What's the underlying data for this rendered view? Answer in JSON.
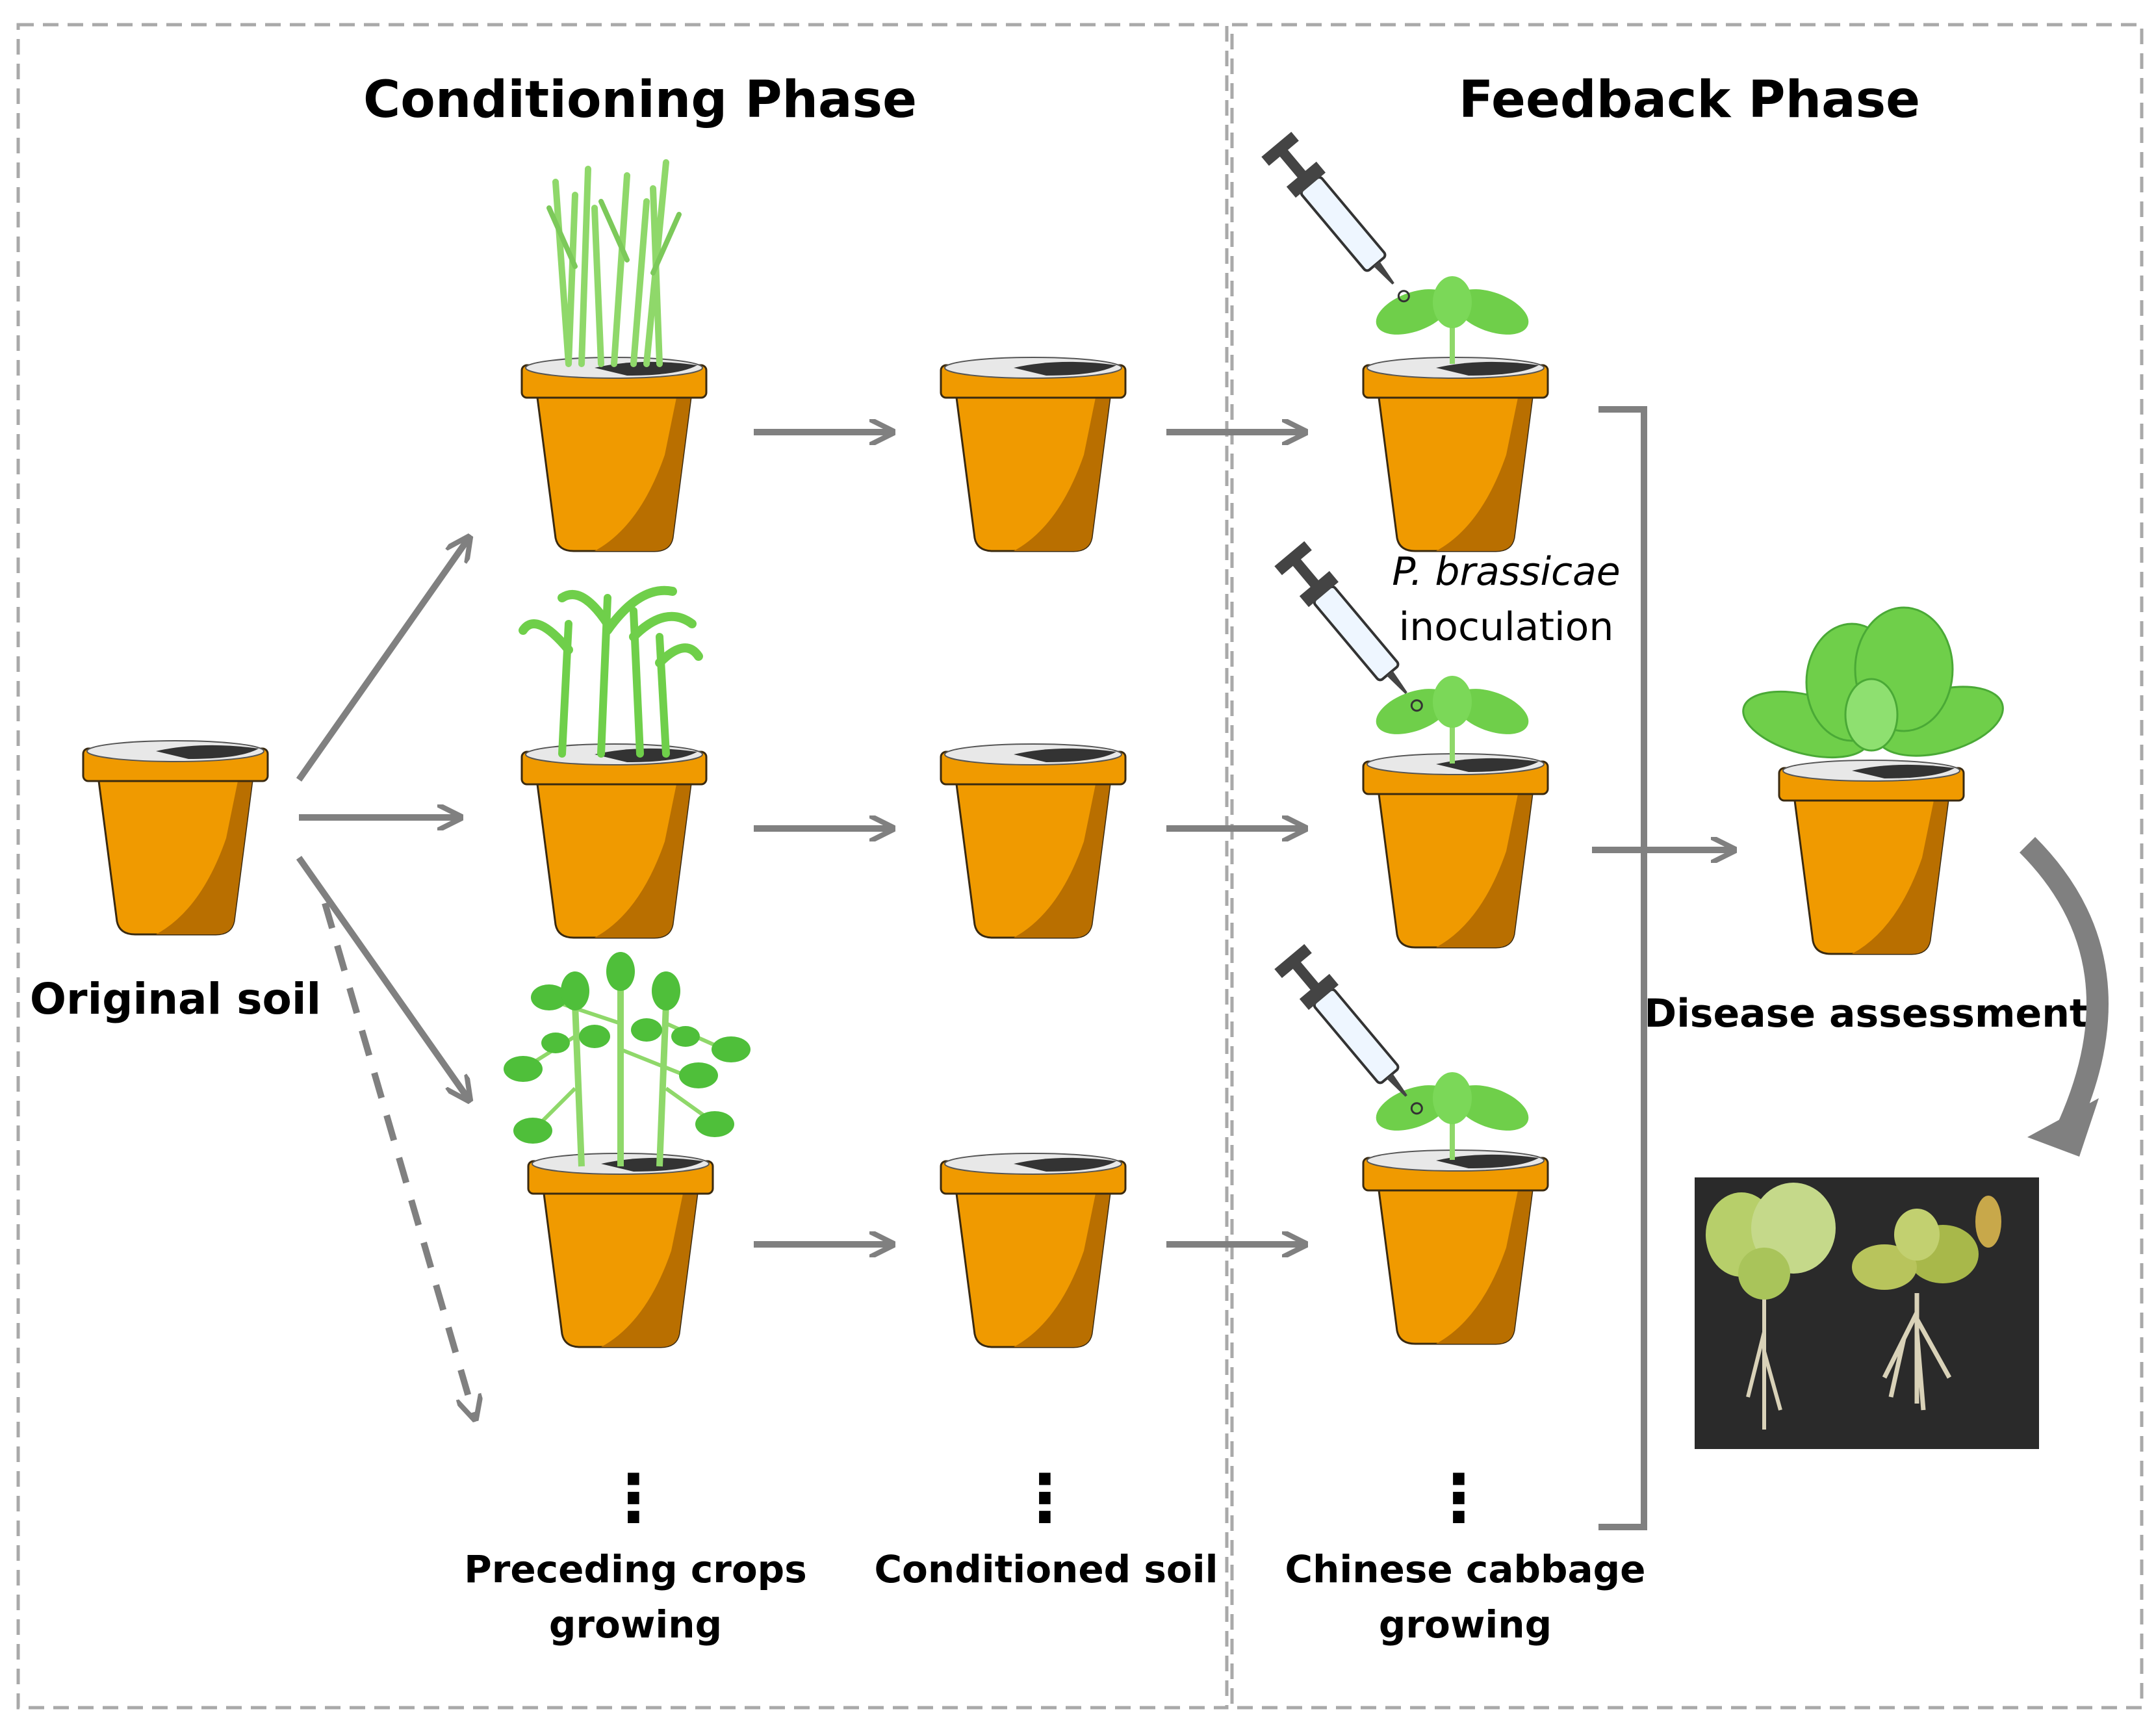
{
  "phases": {
    "conditioning": "Conditioning Phase",
    "feedback": "Feedback Phase"
  },
  "labels": {
    "original_soil": "Original soil",
    "preceding_line1": "Preceding crops",
    "preceding_line2": "growing",
    "conditioned_soil": "Conditioned soil",
    "cabbage_line1": "Chinese cabbage",
    "cabbage_line2": "growing",
    "pathogen": "P. brassicae",
    "inoculation": "inoculation",
    "disease_assessment": "Disease assessment",
    "ellipsis": "⋮"
  },
  "colors": {
    "pot": "#F09A00",
    "pot_shadow": "#B96F00",
    "arrow": "#808080",
    "border": "#A9A9A9",
    "leaf": "#5DC24A",
    "grass": "#8FD86A",
    "photo_bg": "#2A2A2A"
  }
}
